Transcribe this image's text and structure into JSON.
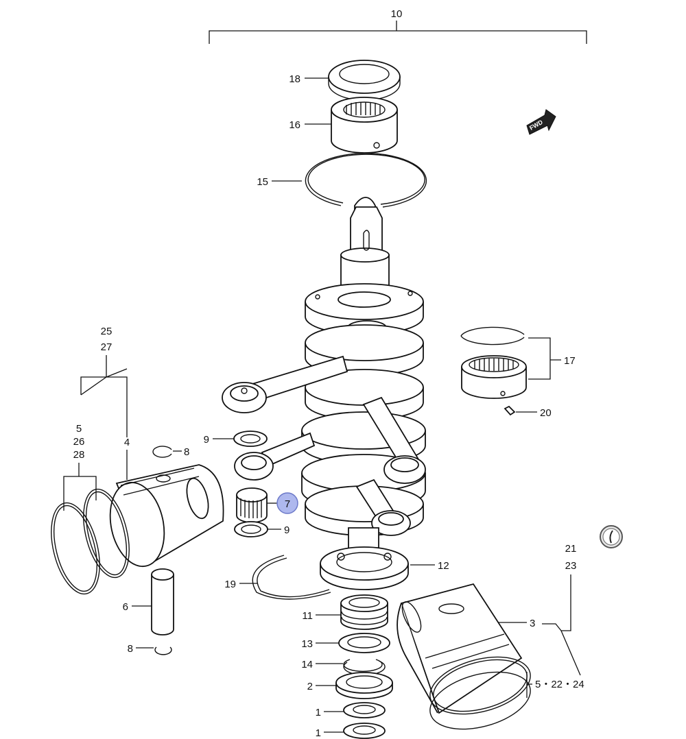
{
  "diagram": {
    "callouts": {
      "c10": "10",
      "c18": "18",
      "c16": "16",
      "c15": "15",
      "c25": "25",
      "c27": "27",
      "c5a": "5",
      "c26": "26",
      "c28": "28",
      "c4": "4",
      "c8a": "8",
      "c9a": "9",
      "c7": "7",
      "c9b": "9",
      "c17": "17",
      "c20": "20",
      "c12": "12",
      "c19": "19",
      "c6": "6",
      "c8b": "8",
      "c11": "11",
      "c13": "13",
      "c14": "14",
      "c2": "2",
      "c1a": "1",
      "c1b": "1",
      "c21": "21",
      "c23": "23",
      "c3": "3",
      "c5_22_24": "5・22・24"
    },
    "fwd_marker": "FWD",
    "highlighted_part": "7",
    "colors": {
      "line": "#111111",
      "highlight": "#aeb8ee"
    }
  }
}
